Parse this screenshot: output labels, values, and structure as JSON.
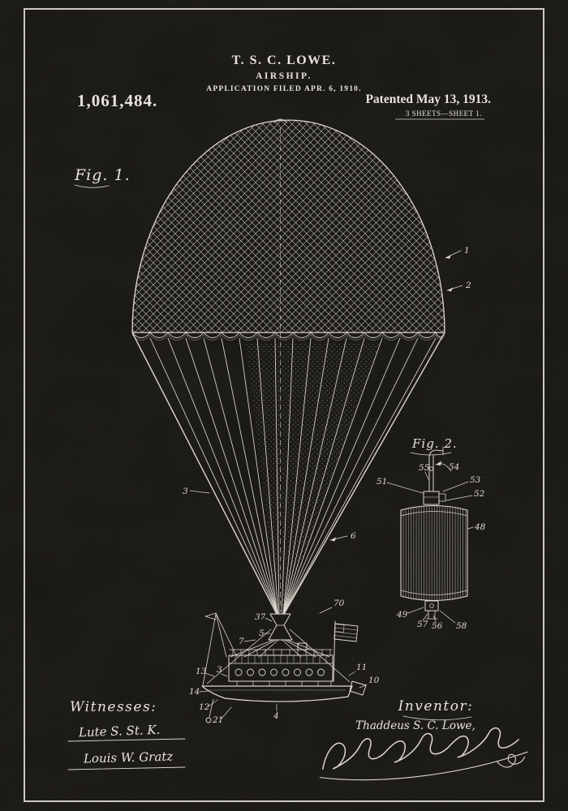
{
  "colors": {
    "background": "#171512",
    "ink": "#e3e0d7"
  },
  "header": {
    "inventor": "T. S. C. LOWE.",
    "title": "AIRSHIP.",
    "application": "APPLICATION FILED APR. 6, 1910.",
    "patent_number": "1,061,484.",
    "patent_date": "Patented May 13, 1913.",
    "sheet": "3 SHEETS—SHEET 1."
  },
  "fig1": {
    "label": "Fig. 1.",
    "labels": {
      "n1": "1",
      "n2": "2",
      "n3": "3",
      "n6": "6",
      "n70": "70",
      "n37": "37",
      "n5": "5",
      "n7": "7",
      "n13": "13",
      "n3b": "3",
      "n14": "14",
      "n12": "12",
      "n21": "21",
      "n4": "4",
      "n11": "11",
      "n10": "10"
    }
  },
  "fig2": {
    "label": "Fig. 2.",
    "labels": {
      "n51": "51",
      "n55": "55",
      "n54": "54",
      "n53": "53",
      "n52": "52",
      "n48": "48",
      "n49": "49",
      "n57": "57",
      "n56": "56",
      "n58": "58"
    }
  },
  "footer": {
    "witnesses_label": "Witnesses:",
    "witness_1": "Lute S. St. K.",
    "witness_2": "Louis W. Gratz",
    "inventor_label": "Inventor:",
    "inventor_name": "Thaddeus S. C. Lowe,"
  }
}
